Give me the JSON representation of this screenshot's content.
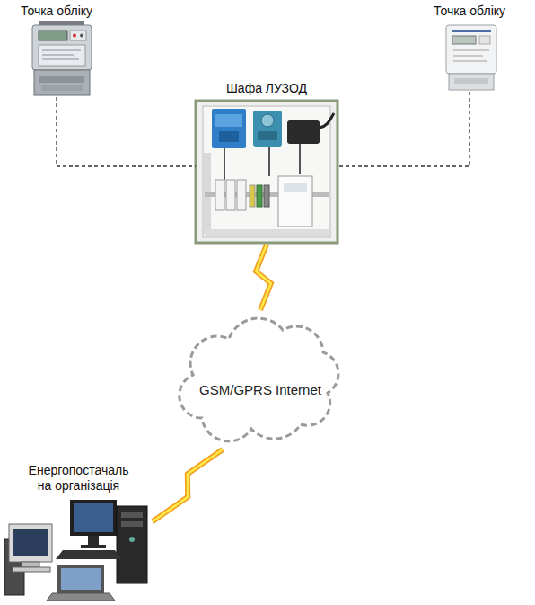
{
  "diagram": {
    "nodes": [
      {
        "text": [
          "Точка обліку"
        ]
      },
      {
        "text": [
          "Точка обліку"
        ]
      },
      {
        "text": [
          "Шафа ЛУЗОД"
        ]
      },
      {
        "text": [
          "GSM/GPRS Internet"
        ]
      },
      {
        "text": [
          "Енергопостачаль на організація"
        ]
      }
    ],
    "edges": [
      {
        "from": 0,
        "to": 2,
        "arrow": "none"
      },
      {
        "from": 1,
        "to": 2,
        "arrow": "none"
      },
      {
        "from": 2,
        "to": 3,
        "arrow": "none"
      },
      {
        "from": 3,
        "to": 4,
        "arrow": "none"
      }
    ]
  }
}
